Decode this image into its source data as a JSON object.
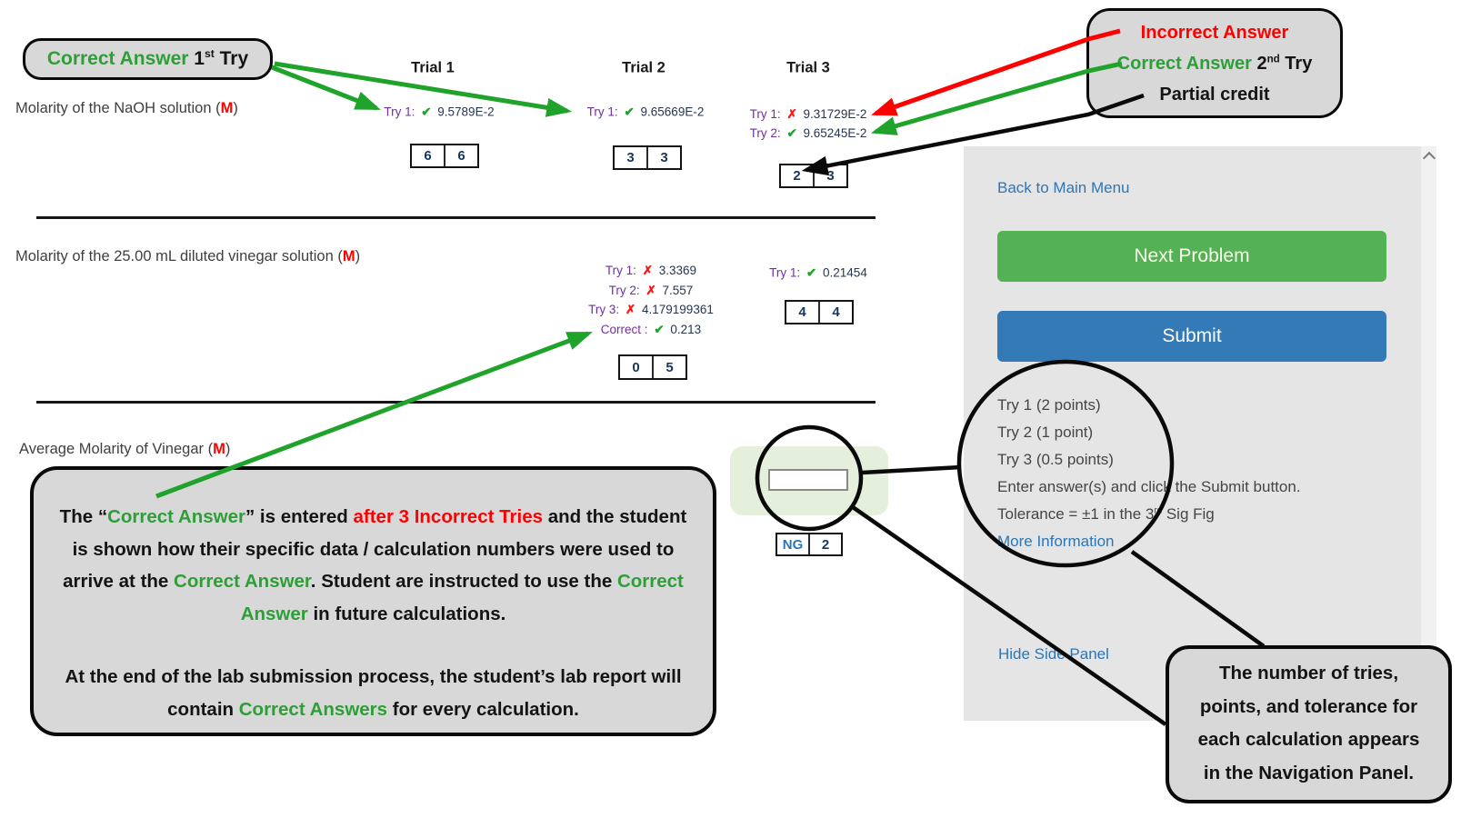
{
  "callout_correct_first": {
    "green": "Correct Answer",
    "num": "1",
    "sup": "st",
    "rest": " Try"
  },
  "callout_marks": {
    "incorrect": "Incorrect Answer",
    "correct_green": "Correct Answer",
    "num": "2",
    "sup": "nd",
    "rest": " Try",
    "partial": "Partial credit"
  },
  "callout_explain": {
    "p1": [
      {
        "t": "The “",
        "c": "k"
      },
      {
        "t": "Correct Answer",
        "c": "g"
      },
      {
        "t": "” is entered ",
        "c": "k"
      },
      {
        "t": "after 3 Incorrect Tries",
        "c": "r"
      },
      {
        "t": " and the student is shown how their specific data / calculation numbers were used to arrive at the ",
        "c": "k"
      },
      {
        "t": "Correct Answer",
        "c": "g"
      },
      {
        "t": ".  Student are instructed to use the ",
        "c": "k"
      },
      {
        "t": "Correct Answer",
        "c": "g"
      },
      {
        "t": " in future calculations.",
        "c": "k"
      }
    ],
    "p2": [
      {
        "t": "At the end of the lab submission process, the student’s lab report will contain ",
        "c": "k"
      },
      {
        "t": "Correct Answers",
        "c": "g"
      },
      {
        "t": " for every calculation.",
        "c": "k"
      }
    ]
  },
  "callout_nav_note": {
    "lines": [
      "The number of tries,",
      "points, and tolerance for",
      "each calculation appears",
      "in the Navigation Panel."
    ]
  },
  "content": {
    "headers": [
      "Trial 1",
      "Trial 2",
      "Trial 3"
    ],
    "row_labels": [
      {
        "text": "Molarity of the NaOH solution (",
        "unit": "M",
        "close": ")"
      },
      {
        "text": "Molarity of the 25.00 mL diluted vinegar solution (",
        "unit": "M",
        "close": ")"
      },
      {
        "text": "Average Molarity of Vinegar (",
        "unit": "M",
        "close": ")"
      }
    ],
    "cells": {
      "r1c1": {
        "tries": [
          {
            "label": "Try 1:",
            "mark": "✔",
            "value": "9.5789E-2"
          }
        ],
        "score": [
          "6",
          "6"
        ]
      },
      "r1c2": {
        "tries": [
          {
            "label": "Try 1:",
            "mark": "✔",
            "value": "9.65669E-2"
          }
        ],
        "score": [
          "3",
          "3"
        ]
      },
      "r1c3": {
        "tries": [
          {
            "label": "Try 1:",
            "mark": "✗",
            "value": "9.31729E-2"
          },
          {
            "label": "Try 2:",
            "mark": "✔",
            "value": "9.65245E-2"
          }
        ],
        "score": [
          "2",
          "3"
        ]
      },
      "r2c2": {
        "tries": [
          {
            "label": "Try 1:",
            "mark": "✗",
            "value": "3.3369"
          },
          {
            "label": "Try 2:",
            "mark": "✗",
            "value": "7.557"
          },
          {
            "label": "Try 3:",
            "mark": "✗",
            "value": "4.179199361"
          },
          {
            "label": "Correct :",
            "mark": "✔",
            "value": "0.213"
          }
        ],
        "score": [
          "0",
          "5"
        ]
      },
      "r2c3": {
        "tries": [
          {
            "label": "Try 1:",
            "mark": "✔",
            "value": "0.21454"
          }
        ],
        "score": [
          "4",
          "4"
        ]
      },
      "r3": {
        "input_value": "",
        "score": [
          "NG",
          "2"
        ]
      }
    }
  },
  "panel": {
    "back_link": "Back to Main Menu",
    "next_button": "Next Problem",
    "submit_button": "Submit",
    "info_lines": [
      "Try 1 (2 points)",
      "Try 2 (1 point)",
      "Try 3 (0.5 points)",
      "Enter answer(s) and click the Submit button."
    ],
    "tolerance": {
      "pre": "Tolerance = ±1 in the 3",
      "sup": "rd",
      "post": " Sig Fig"
    },
    "more_link": "More Information",
    "hide_link": "Hide Side Panel"
  },
  "colors": {
    "correct_green": "#2E9E38",
    "incorrect_red": "#FF0000",
    "try_label_purple": "#7030A0",
    "link_blue": "#2E75B6",
    "next_button_green": "#54B155",
    "submit_button_blue": "#337AB7",
    "panel_gray": "#E5E5E5",
    "callout_gray": "#D8D8D8",
    "input_highlight_green": "#E4EFDC",
    "score_navy": "#17375D"
  }
}
